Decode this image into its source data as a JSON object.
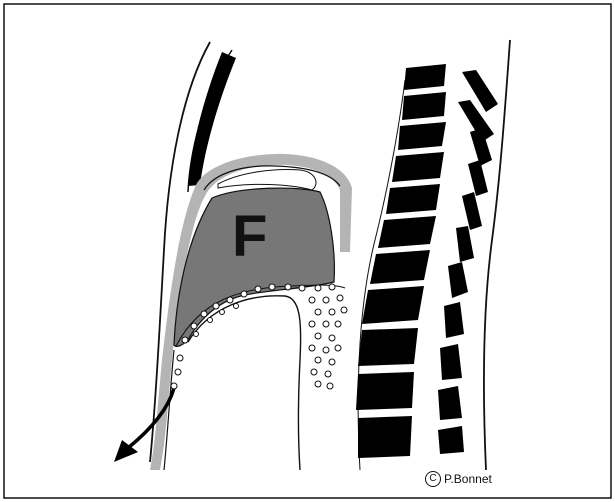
{
  "labels": {
    "collection": "F",
    "copyright_symbol": "C",
    "author": "P.Bonnet"
  },
  "colors": {
    "frame": "#111111",
    "collection_fill": "#777777",
    "membrane_gray": "#b4b4b4",
    "bone": "#000000",
    "background": "#ffffff"
  },
  "icons": {
    "arrow": "drainage-arrow-icon"
  }
}
